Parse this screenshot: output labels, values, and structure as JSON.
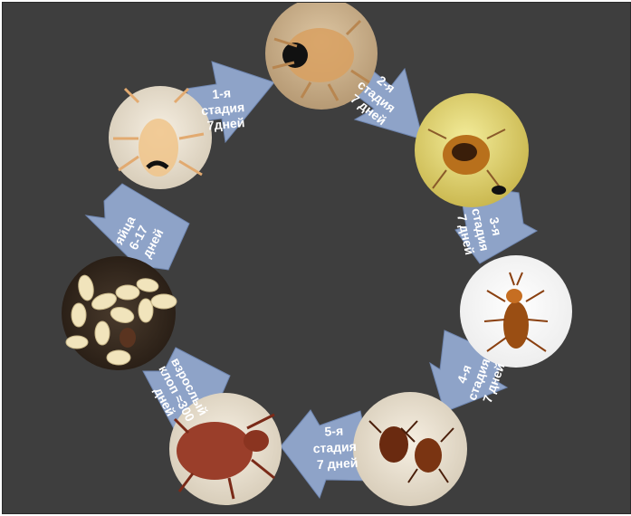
{
  "stages": [
    {
      "id": "stage1",
      "lines": [
        "1-я",
        "стадия",
        "7дней"
      ]
    },
    {
      "id": "stage2",
      "lines": [
        "2-я",
        "стадия",
        "7 дней"
      ]
    },
    {
      "id": "stage3",
      "lines": [
        "3-я",
        "стадия",
        "7 дней"
      ]
    },
    {
      "id": "stage4",
      "lines": [
        "4-я",
        "стадия",
        "7 дней"
      ]
    },
    {
      "id": "stage5",
      "lines": [
        "5-я",
        "стадия",
        "7 дней"
      ]
    },
    {
      "id": "adult",
      "lines": [
        "взрослый",
        "клоп ≈300",
        "дней"
      ]
    },
    {
      "id": "eggs",
      "lines": [
        "яйца",
        "6-17",
        "дней"
      ]
    }
  ],
  "colors": {
    "background": "#3e3e3e",
    "arrow": "#8ea3c8",
    "arrow_edge": "#6f86b0",
    "label": "#ffffff"
  }
}
